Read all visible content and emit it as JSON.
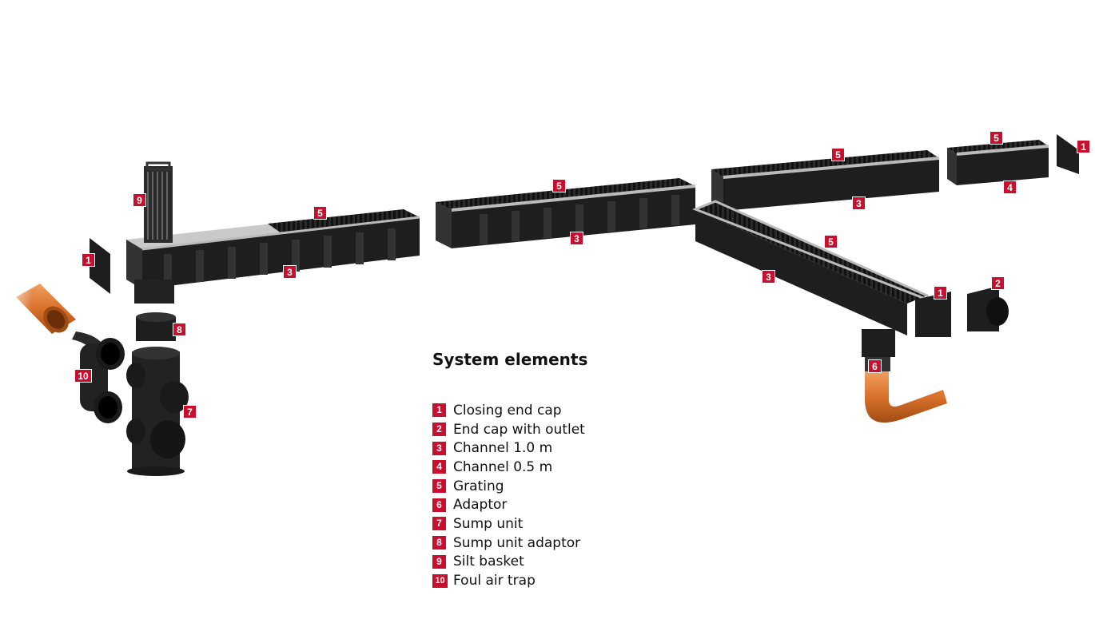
{
  "legend": {
    "title": "System elements",
    "items": [
      {
        "num": "1",
        "label": "Closing end cap"
      },
      {
        "num": "2",
        "label": "End cap with outlet"
      },
      {
        "num": "3",
        "label": "Channel 1.0 m"
      },
      {
        "num": "4",
        "label": "Channel 0.5 m"
      },
      {
        "num": "5",
        "label": "Grating"
      },
      {
        "num": "6",
        "label": "Adaptor"
      },
      {
        "num": "7",
        "label": "Sump unit"
      },
      {
        "num": "8",
        "label": "Sump unit adaptor"
      },
      {
        "num": "9",
        "label": "Silt basket"
      },
      {
        "num": "10",
        "label": "Foul air trap"
      }
    ]
  },
  "callouts": {
    "c9": "9",
    "c5a": "5",
    "c1a": "1",
    "c3a": "3",
    "c8": "8",
    "c10": "10",
    "c7": "7",
    "c5b": "5",
    "c3b": "3",
    "c5c": "5",
    "c3c": "3",
    "c5d": "5",
    "c4": "4",
    "c1b": "1",
    "c5e": "5",
    "c3d": "3",
    "c1c": "1",
    "c2": "2",
    "c6": "6"
  },
  "colors": {
    "accent": "#c8102e",
    "pipe": "#d9702a",
    "plastic": "#1e1e1e"
  }
}
